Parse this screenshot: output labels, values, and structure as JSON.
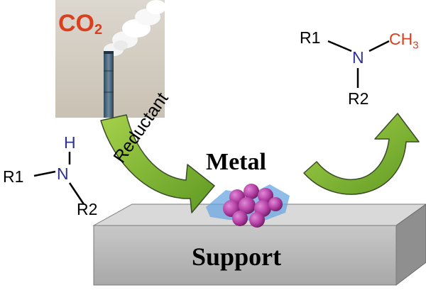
{
  "title_co2": {
    "main": "CO",
    "sub": "2"
  },
  "labels": {
    "reductant": "Reductant",
    "metal": "Metal",
    "support": "Support"
  },
  "reactant": {
    "h": "H",
    "n": "N",
    "r1": "R1",
    "r2": "R2"
  },
  "product": {
    "r1": "R1",
    "n": "N",
    "ch3": "CH3",
    "r2": "R2"
  },
  "colors": {
    "co2_text": "#d9401f",
    "nitrogen": "#2e3192",
    "methyl": "#d9401f",
    "arrow_green": "#7cb82f",
    "arrow_outline": "#3a4a2a",
    "support_gray": "#b7b7b7",
    "metal_purple": "#b43fa4",
    "film_blue": "#6aa6e0"
  },
  "icons": {
    "photo": "smokestack-photo",
    "cluster": "metal-cluster-icon"
  }
}
